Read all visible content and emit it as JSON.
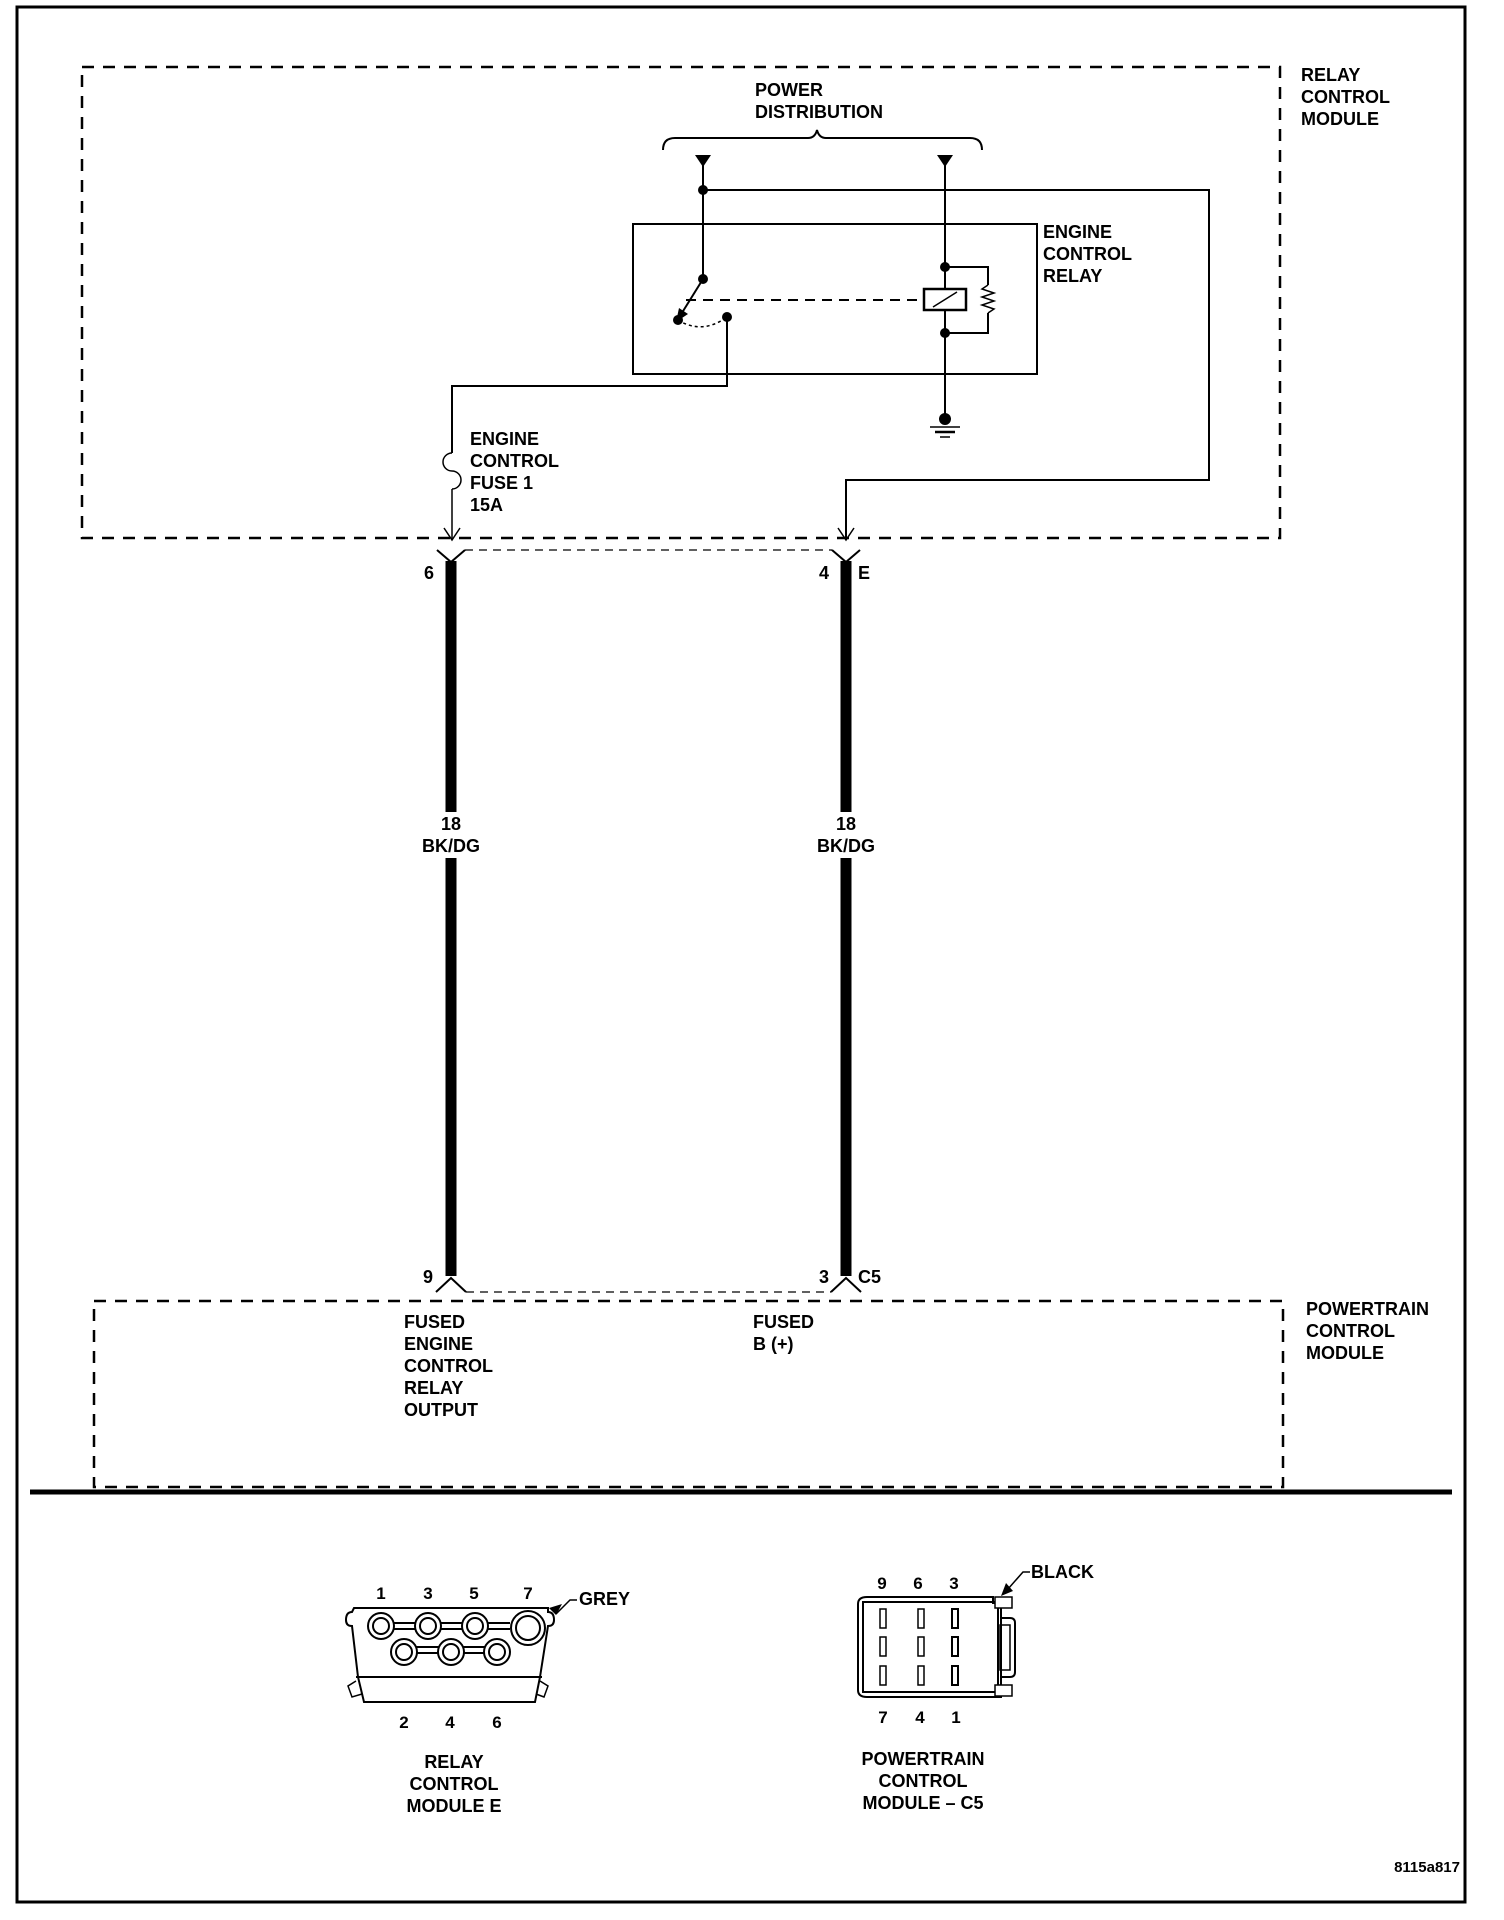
{
  "diagram": {
    "figure_id": "8115a817",
    "relay_control_module": {
      "label": [
        "RELAY",
        "CONTROL",
        "MODULE"
      ],
      "power_distribution": [
        "POWER",
        "DISTRIBUTION"
      ],
      "engine_control_relay": [
        "ENGINE",
        "CONTROL",
        "RELAY"
      ],
      "fuse": [
        "ENGINE",
        "CONTROL",
        "FUSE 1",
        "15A"
      ]
    },
    "connector_top": {
      "left_pin": "6",
      "right_pin": "4",
      "connector_id": "E"
    },
    "wires": [
      {
        "gauge": "18",
        "color": "BK/DG"
      },
      {
        "gauge": "18",
        "color": "BK/DG"
      }
    ],
    "connector_bottom": {
      "left_pin": "9",
      "right_pin": "3",
      "connector_id": "C5"
    },
    "powertrain_control_module": {
      "label": [
        "POWERTRAIN",
        "CONTROL",
        "MODULE"
      ],
      "left_circuit": [
        "FUSED",
        "ENGINE",
        "CONTROL",
        "RELAY",
        "OUTPUT"
      ],
      "right_circuit": [
        "FUSED",
        "B (+)"
      ]
    },
    "connector_views": [
      {
        "name": [
          "RELAY",
          "CONTROL",
          "MODULE E"
        ],
        "color": "GREY",
        "top_pins": [
          "1",
          "3",
          "5",
          "7"
        ],
        "bottom_pins": [
          "2",
          "4",
          "6"
        ]
      },
      {
        "name": [
          "POWERTRAIN",
          "CONTROL",
          "MODULE – C5"
        ],
        "color": "BLACK",
        "top_pins": [
          "9",
          "6",
          "3"
        ],
        "bottom_pins": [
          "7",
          "4",
          "1"
        ]
      }
    ]
  }
}
